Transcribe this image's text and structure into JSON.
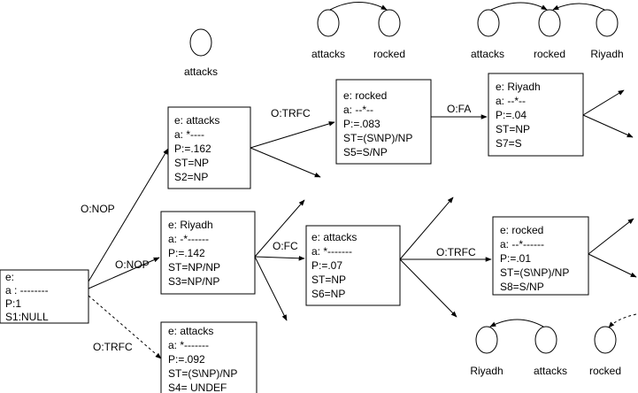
{
  "states": [
    {
      "id": "s0",
      "lines": [
        "e:",
        "a : --------",
        "P:1",
        "S1:NULL"
      ]
    },
    {
      "id": "s1",
      "lines": [
        "e: attacks",
        "a: *----",
        "P:=.162",
        "ST=NP",
        "S2=NP"
      ]
    },
    {
      "id": "s2",
      "lines": [
        "e: Riyadh",
        "a: -*------",
        "P:=.142",
        "ST=NP/NP",
        "S3=NP/NP"
      ]
    },
    {
      "id": "s3",
      "lines": [
        "e: attacks",
        "a: *-------",
        "P:=.092",
        "ST=(S\\NP)/NP",
        "S4= UNDEF"
      ]
    },
    {
      "id": "s4",
      "lines": [
        "e: rocked",
        "a: --*--",
        "P:=.083",
        "ST=(S\\NP)/NP",
        "S5=S/NP"
      ]
    },
    {
      "id": "s5",
      "lines": [
        "e: attacks",
        "a: *-------",
        "P:=.07",
        "ST=NP",
        "S6=NP"
      ]
    },
    {
      "id": "s6",
      "lines": [
        "e: Riyadh",
        "a: --*--",
        "P:=.04",
        "ST=NP",
        "S7=S"
      ]
    },
    {
      "id": "s7",
      "lines": [
        "e: rocked",
        "a: --*------",
        "P:=.01",
        "ST=(S\\NP)/NP",
        "S8=S/NP"
      ]
    }
  ],
  "operations": {
    "nop_upper": "O:NOP",
    "nop_lower": "O:NOP",
    "trfc_dashed": "O:TRFC",
    "trfc_upper": "O:TRFC",
    "fa": "O:FA",
    "fc": "O:FC",
    "trfc_lower": "O:TRFC"
  },
  "graphs": [
    {
      "id": "g1",
      "labels": [
        "attacks"
      ]
    },
    {
      "id": "g2",
      "labels": [
        "attacks",
        "rocked"
      ]
    },
    {
      "id": "g3",
      "labels": [
        "attacks",
        "rocked",
        "Riyadh"
      ]
    },
    {
      "id": "g4",
      "labels": [
        "Riyadh",
        "attacks",
        "rocked"
      ]
    }
  ]
}
